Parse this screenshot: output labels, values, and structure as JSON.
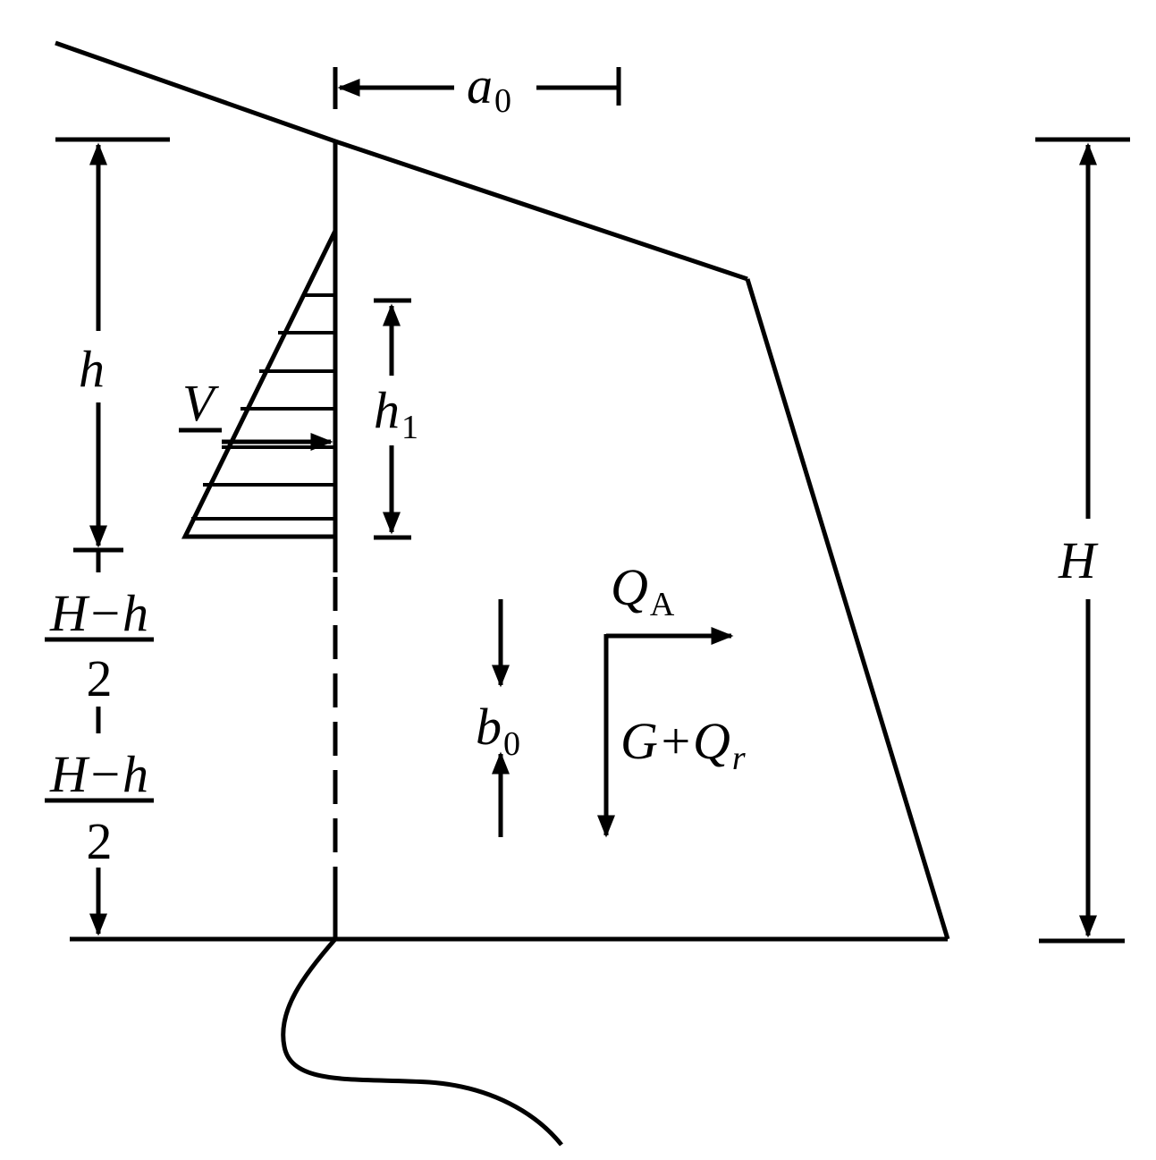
{
  "colors": {
    "ink": "#000000",
    "background": "#ffffff"
  },
  "labels": {
    "a0_main": "a",
    "a0_sub": "0",
    "h": "h",
    "h1_main": "h",
    "h1_sub": "1",
    "V": "V",
    "H": "H",
    "half_num_top": "H−h",
    "half_den_top": "2",
    "half_num_bottom": "H−h",
    "half_den_bottom": "2",
    "b0_main": "b",
    "b0_sub": "0",
    "QA_main": "Q",
    "QA_sub": "A",
    "GQr_main": "G+Q",
    "GQr_sub": "r"
  }
}
